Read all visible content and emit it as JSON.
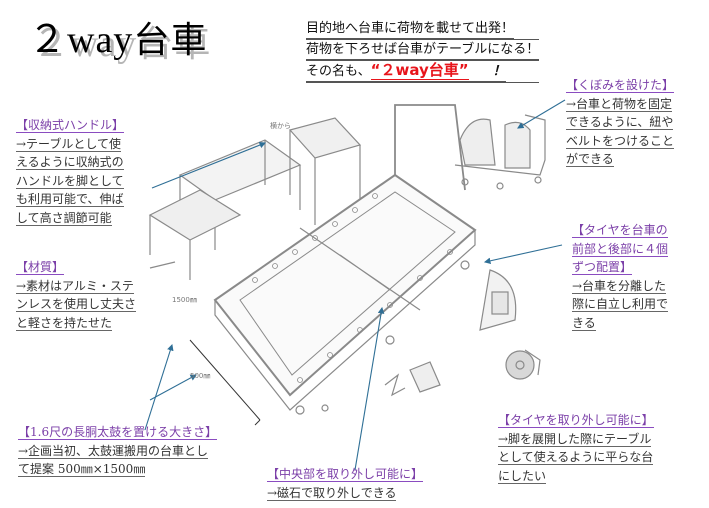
{
  "title": {
    "prefix": "２way",
    "suffix": "台車"
  },
  "tagline": {
    "line1": "目的地へ台車に荷物を載せて出発！",
    "line2": "荷物を下ろせば台車がテーブルになる！",
    "line3_prefix": "その名も、",
    "line3_name": "“２way台車”",
    "line3_suffix": "！"
  },
  "notes": {
    "handle": {
      "heading": "【収納式ハンドル】",
      "lines": [
        "→テーブルとして使",
        "えるように収納式の",
        "ハンドルを脚として",
        "も利用可能で、伸ば",
        "して高さ調節可能"
      ]
    },
    "material": {
      "heading": "【材質】",
      "lines": [
        "→素材はアルミ・ステ",
        "ンレスを使用し丈夫さ",
        "と軽さを持たせた"
      ]
    },
    "size": {
      "heading": "【1.6尺の長胴太鼓を置ける大きさ】",
      "lines": [
        "→企画当初、太鼓運搬用の台車とし",
        "て提案 500㎜×1500㎜"
      ]
    },
    "center": {
      "heading": "【中央部を取り外し可能に】",
      "lines": [
        "→磁石で取り外しできる"
      ]
    },
    "recess": {
      "heading": "【くぼみを設けた】",
      "lines": [
        "→台車と荷物を固定",
        "できるように、紐や",
        "ベルトをつけること",
        "ができる"
      ]
    },
    "tires_layout": {
      "heading_lines": [
        "【タイヤを台車の",
        "前部と後部に４個",
        "ずつ配置】"
      ],
      "lines": [
        "→台車を分離した",
        "際に自立し利用で",
        "きる"
      ]
    },
    "tires_removable": {
      "heading": "【タイヤを取り外し可能に】",
      "lines": [
        "→脚を展開した際にテーブル",
        "として使えるように平らな台",
        "にしたい"
      ]
    }
  },
  "sketch_labels": {
    "width_dim": "1500㎜",
    "depth_dim": "500㎜",
    "small_note": "横から"
  },
  "colors": {
    "heading_purple": "#7b3fa8",
    "arrow_blue": "#2f6f96",
    "title_red": "#e8141b",
    "shadow_gray": "#b5b5b5"
  }
}
